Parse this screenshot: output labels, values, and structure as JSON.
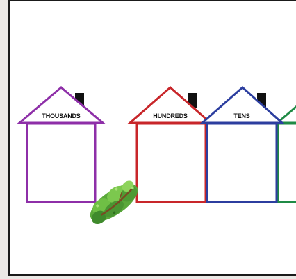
{
  "houses": [
    {
      "label": "THOUSANDS",
      "color": "#8e2fa8"
    },
    {
      "label": "HUNDREDS",
      "color": "#c8262a"
    },
    {
      "label": "TENS",
      "color": "#2c3e9f"
    },
    {
      "label": "",
      "color": "#1f8a45"
    }
  ],
  "decor": {
    "tree_icon": "bush-icon"
  }
}
